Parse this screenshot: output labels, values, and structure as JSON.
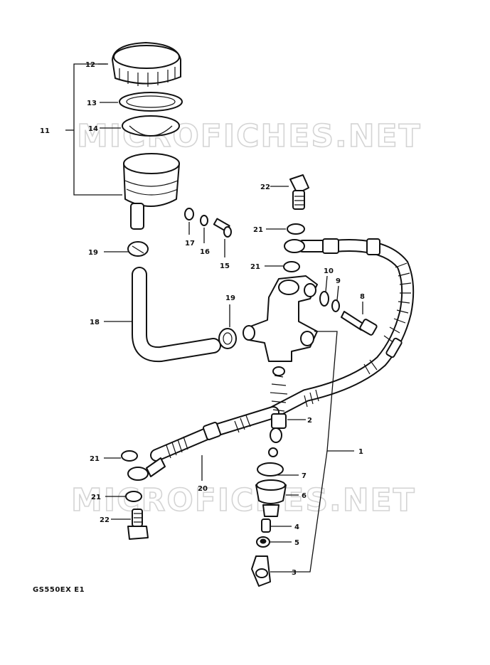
{
  "diagram": {
    "model_code": "GS550EX E1",
    "watermark": "MICROFICHES.NET",
    "callouts": {
      "c1": "1",
      "c2": "2",
      "c3": "3",
      "c4": "4",
      "c5": "5",
      "c6": "6",
      "c7": "7",
      "c8": "8",
      "c9": "9",
      "c10": "10",
      "c11": "11",
      "c12": "12",
      "c13": "13",
      "c14": "14",
      "c15": "15",
      "c16": "16",
      "c17": "17",
      "c18": "18",
      "c19a": "19",
      "c19b": "19",
      "c20": "20",
      "c21a": "21",
      "c21b": "21",
      "c21c": "21",
      "c21d": "21",
      "c22a": "22",
      "c22b": "22"
    }
  }
}
